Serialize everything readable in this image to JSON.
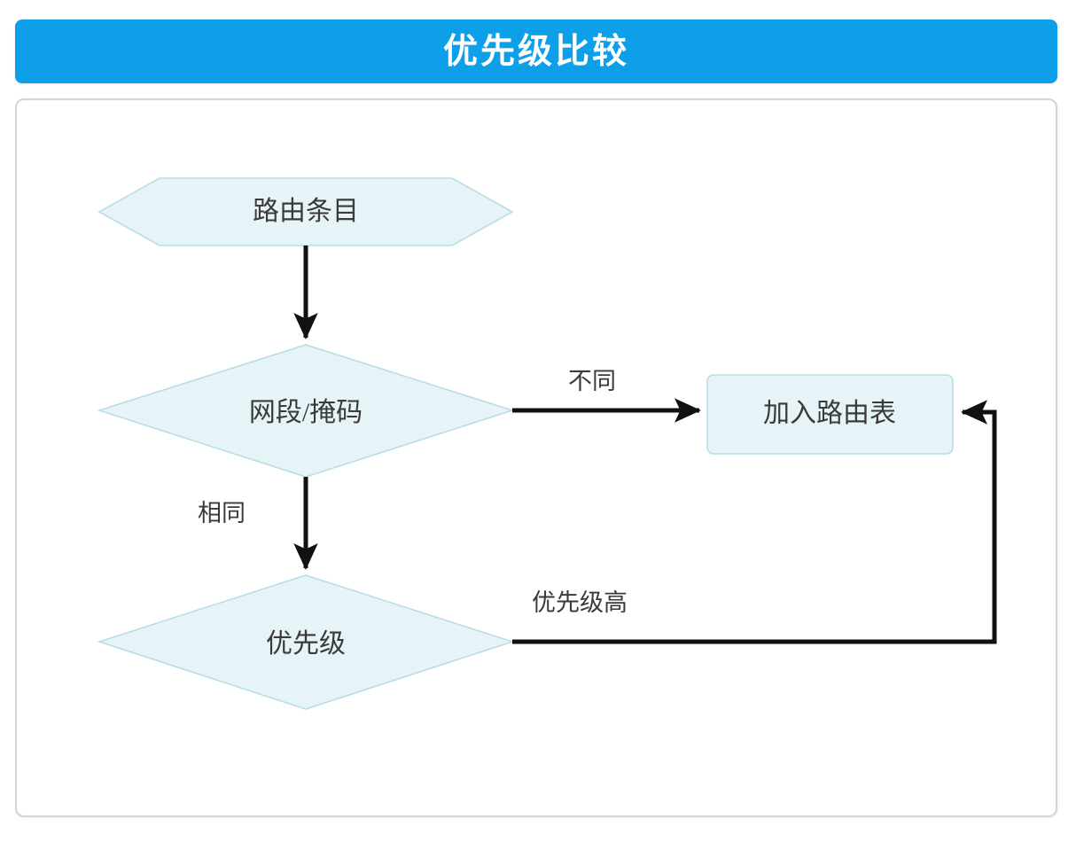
{
  "header": {
    "title": "优先级比较",
    "background_color": "#0d9fe8",
    "text_color": "#ffffff"
  },
  "diagram": {
    "type": "flowchart",
    "node_fill_color": "#e6f4f7",
    "node_border_color": "#b8dde6",
    "connector_color": "#111111",
    "frame_border_color": "#d4d4d4",
    "nodes": [
      {
        "id": "route-entry",
        "shape": "hexagon",
        "label": "路由条目"
      },
      {
        "id": "network-mask",
        "shape": "diamond",
        "label": "网段/掩码"
      },
      {
        "id": "add-to-table",
        "shape": "rounded-rectangle",
        "label": "加入路由表"
      },
      {
        "id": "priority",
        "shape": "diamond",
        "label": "优先级"
      }
    ],
    "edges": [
      {
        "id": "e1",
        "from": "route-entry",
        "to": "network-mask",
        "label": ""
      },
      {
        "id": "e2",
        "from": "network-mask",
        "to": "add-to-table",
        "label": "不同"
      },
      {
        "id": "e3",
        "from": "network-mask",
        "to": "priority",
        "label": "相同"
      },
      {
        "id": "e4",
        "from": "priority",
        "to": "add-to-table",
        "label": "优先级高"
      }
    ]
  }
}
